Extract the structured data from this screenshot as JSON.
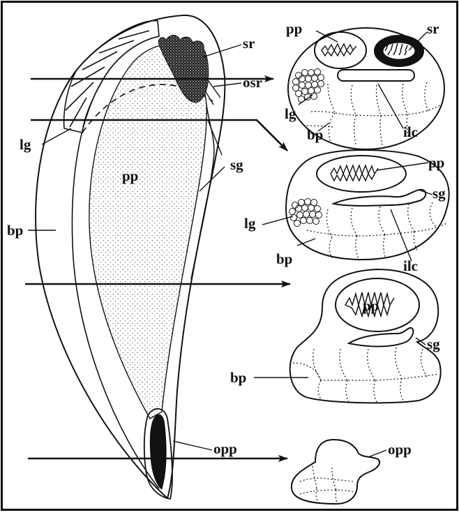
{
  "labels": {
    "sr": "sr",
    "osr": "osr",
    "lg": "lg",
    "sg": "sg",
    "pp": "pp",
    "bp": "bp",
    "opp": "opp",
    "ilc": "ilc"
  },
  "colors": {
    "ink": "#111111",
    "background": "#ffffff"
  }
}
